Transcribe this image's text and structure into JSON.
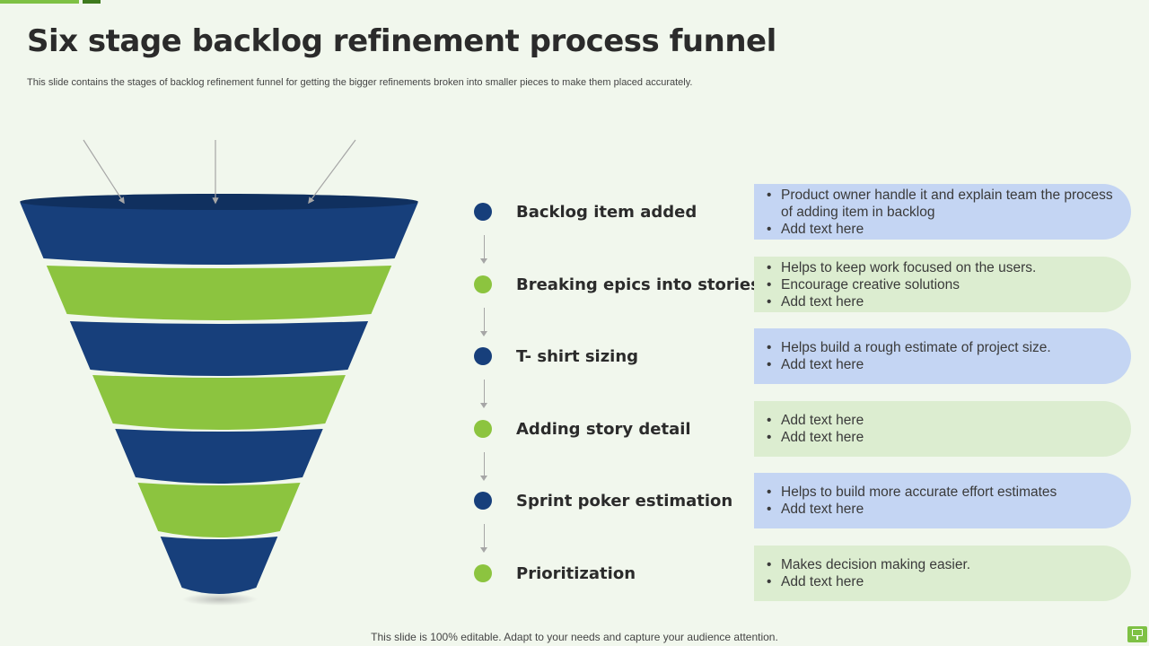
{
  "title": "Six stage backlog refinement process funnel",
  "subtitle": "This slide contains the stages of backlog refinement funnel for getting the bigger refinements broken into smaller pieces to make them placed accurately.",
  "colors": {
    "blue": "#173f7b",
    "green": "#8cc43f",
    "blue_card": "#c4d5f3",
    "green_card": "#dcedd0",
    "background": "#f1f7ed"
  },
  "stages": [
    {
      "label": "Backlog item added",
      "color": "blue",
      "bullets": [
        "Product owner handle it and explain team the process of adding item in backlog",
        "Add text here"
      ]
    },
    {
      "label": "Breaking epics into stories",
      "color": "green",
      "bullets": [
        "Helps to keep work focused on the users.",
        "Encourage creative solutions",
        "Add text here"
      ]
    },
    {
      "label": "T- shirt sizing",
      "color": "blue",
      "bullets": [
        "Helps build a rough  estimate of project size.",
        "Add text here"
      ]
    },
    {
      "label": "Adding story detail",
      "color": "green",
      "bullets": [
        "Add text here",
        "Add text here"
      ]
    },
    {
      "label": "Sprint poker estimation",
      "color": "blue",
      "bullets": [
        "Helps to build more accurate effort estimates",
        "Add text here"
      ]
    },
    {
      "label": "Prioritization",
      "color": "green",
      "bullets": [
        "Makes decision making easier.",
        "Add text here"
      ]
    }
  ],
  "footer": "This slide is 100% editable. Adapt to your needs and capture your audience attention.",
  "corner_icon": "presentation-screen-icon"
}
